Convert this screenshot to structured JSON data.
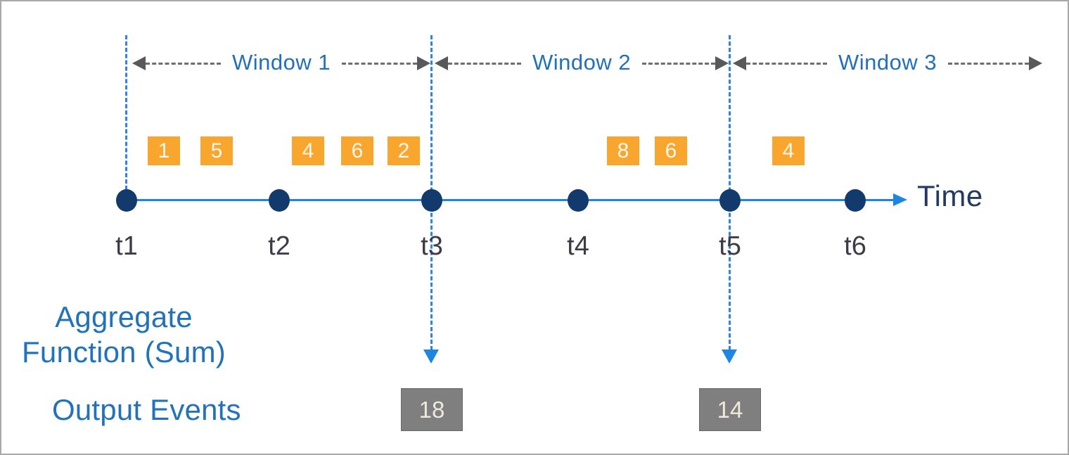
{
  "diagram": {
    "title_semantic": "Tumbling window aggregation over a time stream",
    "windows": [
      {
        "label": "Window 1"
      },
      {
        "label": "Window 2"
      },
      {
        "label": "Window 3"
      }
    ],
    "events": [
      {
        "value": "1",
        "window": 1
      },
      {
        "value": "5",
        "window": 1
      },
      {
        "value": "4",
        "window": 1
      },
      {
        "value": "6",
        "window": 1
      },
      {
        "value": "2",
        "window": 1
      },
      {
        "value": "8",
        "window": 2
      },
      {
        "value": "6",
        "window": 2
      },
      {
        "value": "4",
        "window": 3
      }
    ],
    "timeline": {
      "label": "Time",
      "ticks": [
        "t1",
        "t2",
        "t3",
        "t4",
        "t5",
        "t6"
      ]
    },
    "labels": {
      "aggregate_line1": "Aggregate",
      "aggregate_line2": "Function (Sum)",
      "output_events": "Output Events"
    },
    "outputs": [
      {
        "value": "18",
        "at_tick": "t3"
      },
      {
        "value": "14",
        "at_tick": "t5"
      }
    ],
    "colors": {
      "axis_blue": "#1e86e0",
      "dashed_line_blue": "#2b85e2",
      "dot_navy": "#123a6d",
      "window_label_blue": "#2170b8",
      "caption_blue": "#2272b9",
      "time_label_navy": "#243a5e",
      "tick_text": "#3c3c46",
      "event_orange": "#f9a62f",
      "output_gray": "#7f7f7f",
      "arrow_gray": "#58595b",
      "frame_border": "#a9a9a9"
    }
  }
}
